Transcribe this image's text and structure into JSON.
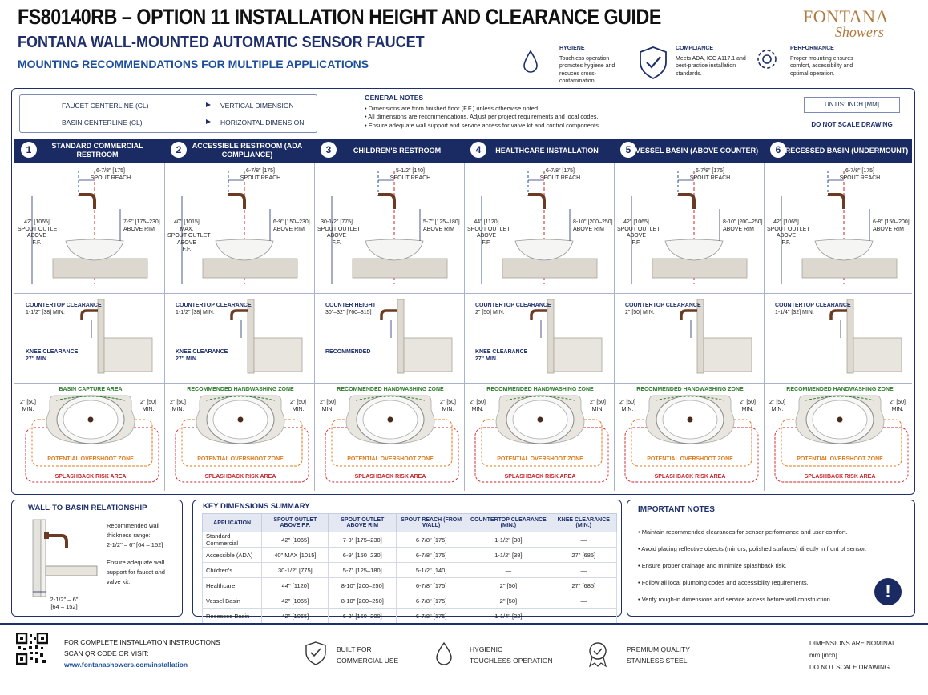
{
  "header": {
    "title": "FS80140RB – OPTION 11 INSTALLATION HEIGHT AND CLEARANCE GUIDE",
    "subtitle": "FONTANA WALL-MOUNTED AUTOMATIC SENSOR FAUCET",
    "subheading": "MOUNTING RECOMMENDATIONS FOR MULTIPLE APPLICATIONS"
  },
  "features": [
    {
      "title": "HYGIENE",
      "text": "Touchless operation promotes hygiene and reduces cross-contamination.",
      "icon": "water-drop-icon"
    },
    {
      "title": "COMPLIANCE",
      "text": "Meets ADA, ICC A117.1 and best-practice installation standards.",
      "icon": "shield-check-icon"
    },
    {
      "title": "PERFORMANCE",
      "text": "Proper mounting ensures comfort, accessibility and optimal operation.",
      "icon": "gear-icon"
    }
  ],
  "brand": {
    "name": "FONTANA",
    "script": "Showers"
  },
  "legend": {
    "faucet_cl": "FAUCET CENTERLINE (CL)",
    "basin_cl": "BASIN CENTERLINE (CL)",
    "vertical": "VERTICAL DIMENSION",
    "horizontal": "HORIZONTAL  DIMENSION"
  },
  "general_notes": {
    "title": "GENERAL NOTES",
    "items": [
      "Dimensions are from finished floor (F.F.) unless otherwise noted.",
      "All dimensions are recommendations. Adjust per project requirements and local codes.",
      "Ensure adequate wall support and service access for valve kit and control components."
    ]
  },
  "units": "UNTIS: INCH [MM]",
  "do_not_scale": "DO NOT SCALE DRAWING",
  "columns": [
    {
      "num": "1",
      "title": "STANDARD COMMERCIAL RESTROOM",
      "reach": "6-7/8\" [175]",
      "reach_label": "SPOUT REACH",
      "height": "42\" [1065]",
      "height_lines": [
        "SPOUT OUTLET",
        "ABOVE",
        "F.F."
      ],
      "rim": "7-9\" [175–230]",
      "rim_label": "ABOVE RIM",
      "ct_label": "COUNTERTOP CLEARANCE",
      "ct_value": "1-1/2\" [38] MIN.",
      "knee_label": "KNEE CLEARANCE",
      "knee_value": "27\" MIN.",
      "zone": "BASIN CAPTURE AREA",
      "side": "2\" [50]",
      "min": "MIN.",
      "overshoot": "POTENTIAL OVERSHOOT ZONE",
      "splash": "SPLASHBACK RISK AREA"
    },
    {
      "num": "2",
      "title": "ACCESSIBLE RESTROOM (ADA COMPLIANCE)",
      "reach": "6-7/8\" [175]",
      "reach_label": "SPOUT REACH",
      "height": "40\" [1015]",
      "height_lines": [
        "MAX.",
        "SPOUT OUTLET",
        "ABOVE",
        "F.F."
      ],
      "rim": "6-9\" [150–230]",
      "rim_label": "ABOVE RIM",
      "ct_label": "COUNTERTOP CLEARANCE",
      "ct_value": "1-1/2\" [38] MIN.",
      "knee_label": "KNEE CLEARANCE",
      "knee_value": "27\" MIN.",
      "zone": "RECOMMENDED HANDWASHING ZONE",
      "side": "2\" [50]",
      "min": "MIN.",
      "overshoot": "POTENTIAL OVERSHOOT ZONE",
      "splash": "SPLASHBACK RISK AREA"
    },
    {
      "num": "3",
      "title": "CHILDREN'S RESTROOM",
      "reach": "5-1/2\" [140]",
      "reach_label": "SPOUT REACH",
      "height": "30-1/2\" [775]",
      "height_lines": [
        "SPOUT OUTLET",
        "ABOVE",
        "F.F."
      ],
      "rim": "5-7\" [125–180]",
      "rim_label": "ABOVE RIM",
      "ct_label": "COUNTER HEIGHT",
      "ct_value": "30\"–32\" [760–815]",
      "knee_label": "RECOMMENDED",
      "knee_value": "",
      "zone": "RECOMMENDED HANDWASHING ZONE",
      "side": "2\" [50]",
      "min": "MIN.",
      "overshoot": "POTENTIAL OVERSHOOT ZONE",
      "splash": "SPLASHBACK RISK AREA"
    },
    {
      "num": "4",
      "title": "HEALTHCARE INSTALLATION",
      "reach": "6-7/8\" [175]",
      "reach_label": "SPOUT REACH",
      "height": "44\" [1120]",
      "height_lines": [
        "SPOUT OUTLET",
        "ABOVE",
        "F.F."
      ],
      "rim": "8-10\" [200–250]",
      "rim_label": "ABOVE RIM",
      "ct_label": "COUNTERTOP CLEARANCE",
      "ct_value": "2\" [50] MIN.",
      "knee_label": "KNEE CLEARANCE",
      "knee_value": "27\" MIN.",
      "zone": "RECOMMENDED HANDWASHING ZONE",
      "side": "2\" [50]",
      "min": "MIN.",
      "overshoot": "POTENTIAL OVERSHOOT ZONE",
      "splash": "SPLASHBACK RISK AREA"
    },
    {
      "num": "5",
      "title": "VESSEL BASIN (ABOVE COUNTER)",
      "reach": "6-7/8\" [175]",
      "reach_label": "SPOUT REACH",
      "height": "42\" [1065]",
      "height_lines": [
        "SPOUT OUTLET",
        "ABOVE",
        "F.F."
      ],
      "rim": "8-10\" [200–250]",
      "rim_label": "ABOVE RIM",
      "ct_label": "COUNTERTOP CLEARANCE",
      "ct_value": "2\" [50] MIN.",
      "knee_label": "",
      "knee_value": "",
      "zone": "RECOMMENDED HANDWASHING ZONE",
      "side": "2\" [50]",
      "min": "MIN.",
      "overshoot": "POTENTIAL OVERSHOOT ZONE",
      "splash": "SPLASHBACK RISK AREA"
    },
    {
      "num": "6",
      "title": "RECESSED BASIN (UNDERMOUNT)",
      "reach": "6-7/8\" [175]",
      "reach_label": "SPOUT REACH",
      "height": "42\" [1065]",
      "height_lines": [
        "SPOUT OUTLET",
        "ABOVE",
        "F.F."
      ],
      "rim": "6-8\" [150–200]",
      "rim_label": "ABOVE RIM",
      "ct_label": "COUNTERTOP CLEARANCE",
      "ct_value": "1-1/4\" [32] MIN.",
      "knee_label": "",
      "knee_value": "",
      "zone": "RECOMMENDED HANDWASHING ZONE",
      "side": "2\" [50]",
      "min": "MIN.",
      "overshoot": "POTENTIAL OVERSHOOT ZONE",
      "splash": "SPLASHBACK RISK AREA"
    }
  ],
  "wall": {
    "title": "WALL-TO-BASIN RELATIONSHIP",
    "p1": "Recommended wall thickness range:",
    "p1b": "2-1/2\" – 6\" [64 – 152]",
    "p2": "Ensure adequate wall support for faucet and valve kit.",
    "dim": "2-1/2\" – 6\"",
    "dim2": "[64 – 152]"
  },
  "summary": {
    "title": "KEY DIMENSIONS SUMMARY",
    "headers": [
      "APPLICATION",
      "SPOUT OUTLET ABOVE F.F.",
      "SPOUT OUTLET ABOVE RIM",
      "SPOUT REACH (FROM WALL)",
      "COUNTERTOP CLEARANCE (MIN.)",
      "KNEE CLEARANCE (MIN.)"
    ],
    "rows": [
      [
        "Standard Commercial",
        "42\"  [1065]",
        "7-9\"  [175–230]",
        "6-7/8\"  [175]",
        "1-1/2\"  [38]",
        "—"
      ],
      [
        "Accessible (ADA)",
        "40\" MAX [1015]",
        "6-9\"  [150–230]",
        "6-7/8\"  [175]",
        "1-1/2\"  [38]",
        "27\"  [685]"
      ],
      [
        "Children's",
        "30-1/2\"  [775]",
        "5-7\"  [125–180]",
        "5-1/2\"  [140]",
        "—",
        "—"
      ],
      [
        "Healthcare",
        "44\"  [1120]",
        "8-10\"  [200–250]",
        "6-7/8\"  [175]",
        "2\"  [50]",
        "27\"  [685]"
      ],
      [
        "Vessel Basin",
        "42\"  [1065]",
        "8-10\"  [200–250]",
        "6-7/8\"  [175]",
        "2\"  [50]",
        "—"
      ],
      [
        "Recessed Basin",
        "42\"  [1065]",
        "6-8\"  [150–200]",
        "6-7/8\"  [175]",
        "1-1/4\"  [32]",
        "—"
      ]
    ]
  },
  "important": {
    "title": "IMPORTANT NOTES",
    "items": [
      "Maintain recommended clearances for sensor performance and user comfort.",
      "Avoid placing reflective objects (mirrors, polished surfaces) directly in front of sensor.",
      "Ensure proper drainage and minimize splashback risk.",
      "Follow all local plumbing codes and accessibility requirements.",
      "Verify rough-in dimensions and service access before wall construction."
    ]
  },
  "footer": {
    "line1": "FOR COMPLETE INSTALLATION INSTRUCTIONS",
    "line2": "SCAN QR CODE OR VISIT:",
    "url": "www.fontanashowers.com/installation",
    "b1a": "BUILT FOR",
    "b1b": "COMMERCIAL USE",
    "b2a": "HYGIENIC",
    "b2b": "TOUCHLESS OPERATION",
    "b3a": "PREMIUM QUALITY",
    "b3b": "STAINLESS STEEL",
    "n1": "DIMENSIONS ARE NOMINAL",
    "n2": "mm [inch]",
    "n3": "DO NOT SCALE DRAWING"
  },
  "colors": {
    "navy": "#1a2b63",
    "bronze": "#6b3a22",
    "accent": "#1e4f9c",
    "brand": "#b07a3c",
    "green": "#2d7a2d",
    "orange": "#e07a1a",
    "red": "#c8202a"
  }
}
